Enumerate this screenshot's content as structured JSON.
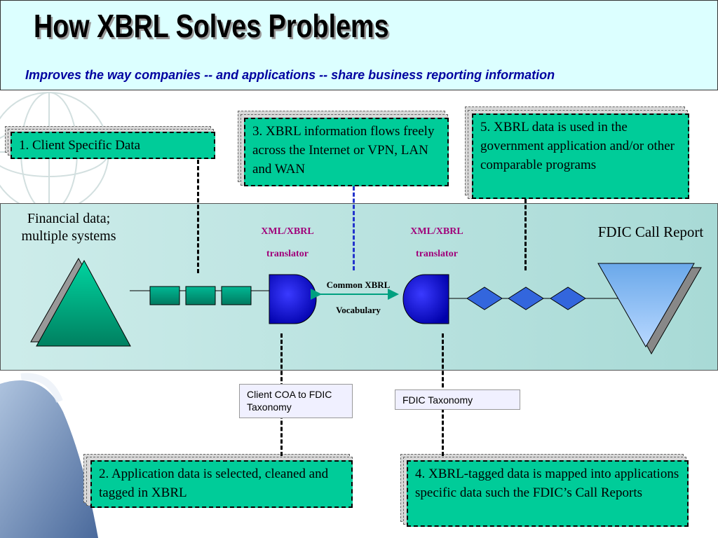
{
  "header": {
    "title": "How XBRL Solves Problems",
    "subtitle": "Improves the way companies -- and applications -- share business reporting information"
  },
  "steps": {
    "s1": "1. Client Specific Data",
    "s2": "2. Application data is selected, cleaned and tagged in XBRL",
    "s3": "3. XBRL information flows freely across the Internet or VPN, LAN and WAN",
    "s4": "4. XBRL-tagged data is mapped into applications specific data such the FDIC’s Call Reports",
    "s5": "5. XBRL data is used in the government application and/or other comparable programs"
  },
  "flow": {
    "source_label": "Financial data; multiple systems",
    "target_label": "FDIC Call Report",
    "translator_left_1": "XML/XBRL",
    "translator_left_2": "translator",
    "translator_right_1": "XML/XBRL",
    "translator_right_2": "translator",
    "vocab_1": "Common XBRL",
    "vocab_2": "Vocabulary"
  },
  "notes": {
    "coa": "Client COA to FDIC Taxonomy",
    "taxonomy": "FDIC Taxonomy"
  },
  "colors": {
    "header_bg": "#dcffff",
    "step_fill": "#00cc99",
    "translator_blue": "#0a0acc",
    "diamond_blue": "#3366dd",
    "subtitle_blue": "#0000a0"
  }
}
